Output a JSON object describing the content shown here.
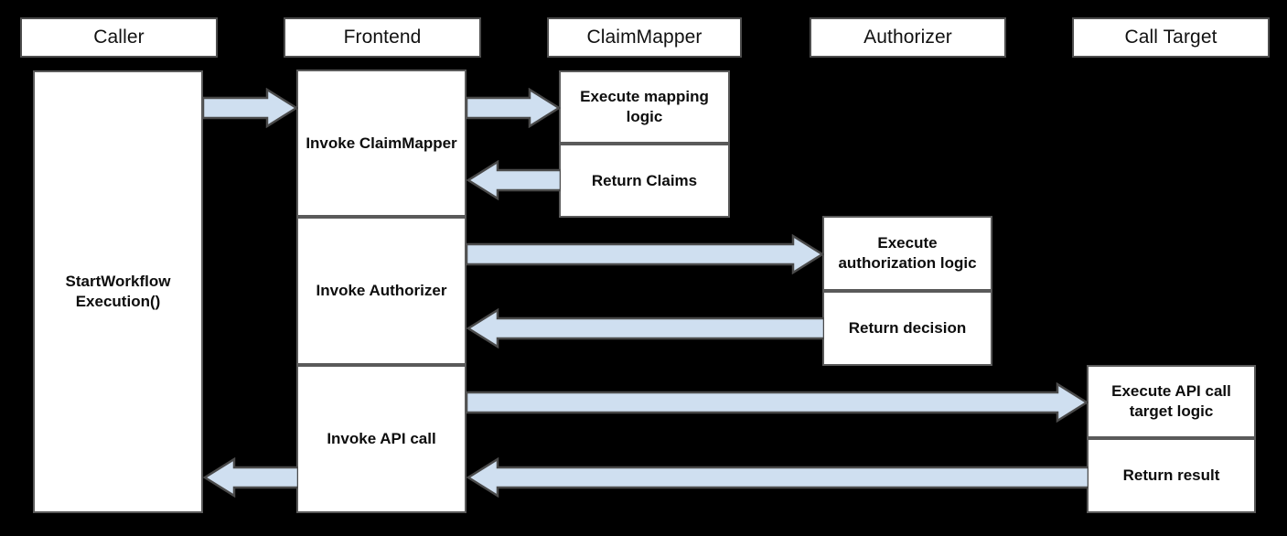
{
  "diagram": {
    "type": "sequence-diagram",
    "background_color": "#000000",
    "box_fill": "#ffffff",
    "box_border": "#4d4d4d",
    "arrow_fill": "#cfdff0",
    "arrow_border": "#4a4a4a",
    "text_color": "#0d0d0d"
  },
  "lifelines": [
    {
      "id": "caller",
      "label": "Caller"
    },
    {
      "id": "frontend",
      "label": "Frontend"
    },
    {
      "id": "claimmapper",
      "label": "ClaimMapper"
    },
    {
      "id": "authorizer",
      "label": "Authorizer"
    },
    {
      "id": "calltarget",
      "label": "Call Target"
    }
  ],
  "activations": {
    "caller": [
      {
        "label": "StartWorkflow Execution()"
      }
    ],
    "frontend": [
      {
        "label": "Invoke ClaimMapper"
      },
      {
        "label": "Invoke Authorizer"
      },
      {
        "label": "Invoke API call"
      }
    ],
    "claimmapper": [
      {
        "label": "Execute mapping logic"
      },
      {
        "label": "Return Claims"
      }
    ],
    "authorizer": [
      {
        "label": "Execute authorization logic"
      },
      {
        "label": "Return decision"
      }
    ],
    "calltarget": [
      {
        "label": "Execute API call target logic"
      },
      {
        "label": "Return result"
      }
    ]
  },
  "messages": [
    {
      "id": "m1",
      "from": "caller",
      "to": "frontend",
      "direction": "right",
      "order": 1
    },
    {
      "id": "m2",
      "from": "frontend",
      "to": "claimmapper",
      "direction": "right",
      "order": 2
    },
    {
      "id": "m3",
      "from": "claimmapper",
      "to": "frontend",
      "direction": "left",
      "order": 3
    },
    {
      "id": "m4",
      "from": "frontend",
      "to": "authorizer",
      "direction": "right",
      "order": 4
    },
    {
      "id": "m5",
      "from": "authorizer",
      "to": "frontend",
      "direction": "left",
      "order": 5
    },
    {
      "id": "m6",
      "from": "frontend",
      "to": "calltarget",
      "direction": "right",
      "order": 6
    },
    {
      "id": "m7",
      "from": "calltarget",
      "to": "frontend",
      "direction": "left",
      "order": 7
    },
    {
      "id": "m8",
      "from": "frontend",
      "to": "caller",
      "direction": "left",
      "order": 8
    }
  ]
}
